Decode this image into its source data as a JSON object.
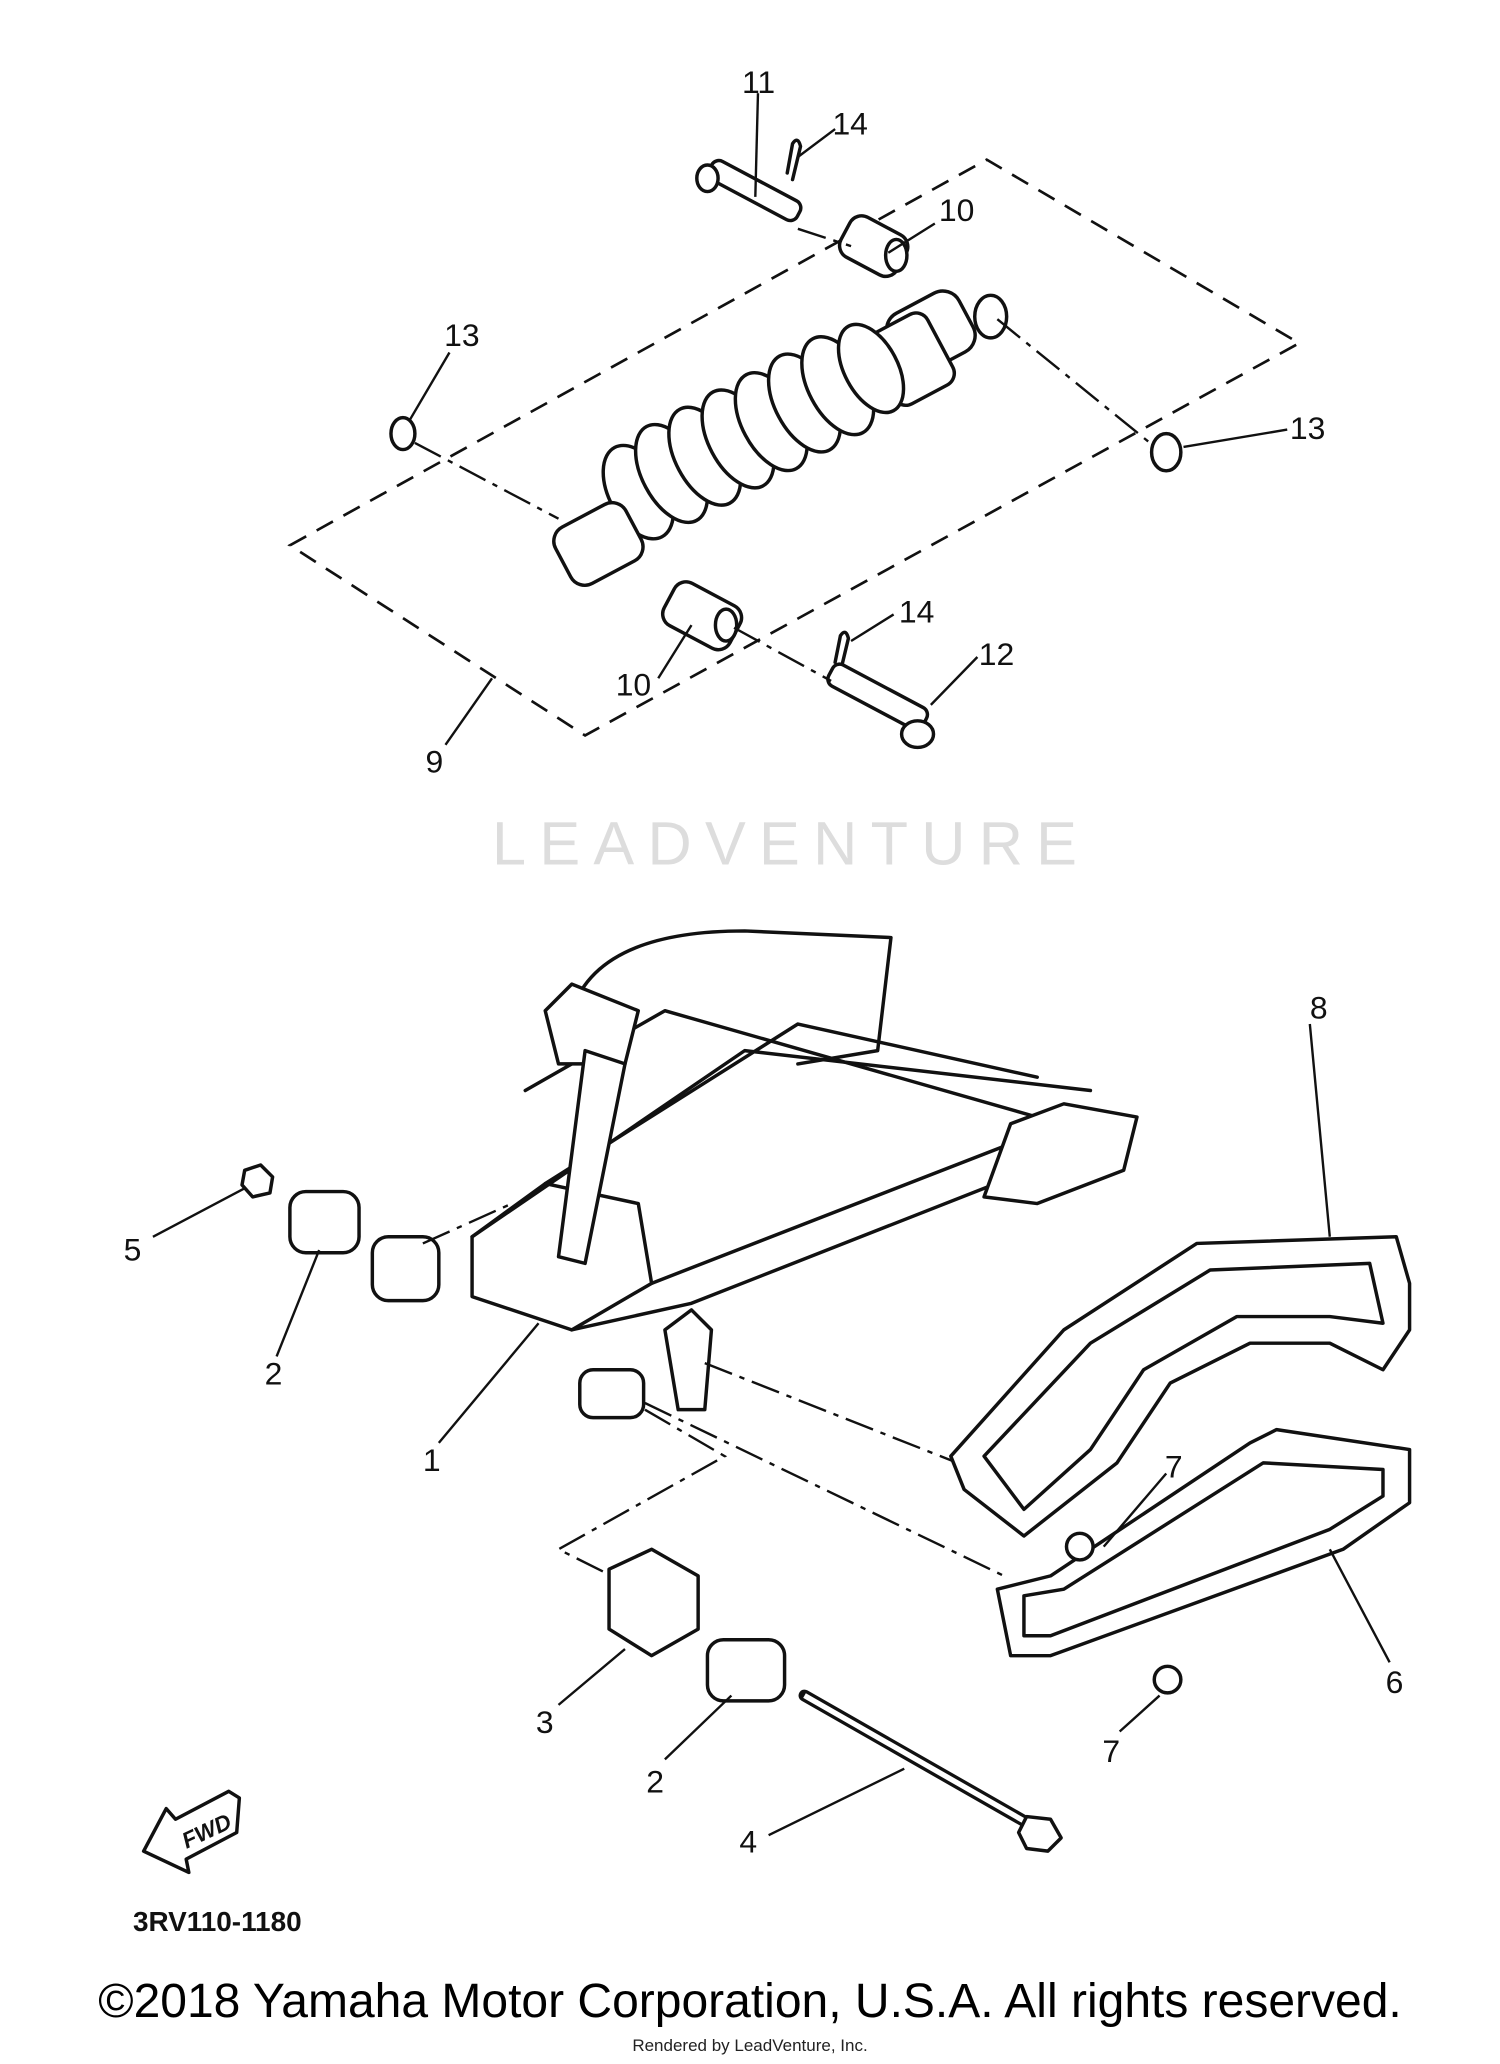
{
  "diagram": {
    "part_code": "3RV110-1180",
    "fwd_label": "FWD",
    "watermark": "LEADVENTURE",
    "callouts": {
      "c11": "11",
      "c14a": "14",
      "c10a": "10",
      "c13a": "13",
      "c13b": "13",
      "c14b": "14",
      "c12": "12",
      "c10b": "10",
      "c9": "9",
      "c8": "8",
      "c5": "5",
      "c2a": "2",
      "c1": "1",
      "c7a": "7",
      "c3": "3",
      "c6": "6",
      "c7b": "7",
      "c2b": "2",
      "c4": "4"
    }
  },
  "footer": {
    "copyright": "©2018 Yamaha Motor Corporation, U.S.A. All rights reserved.",
    "rendered_by": "Rendered by LeadVenture, Inc."
  }
}
